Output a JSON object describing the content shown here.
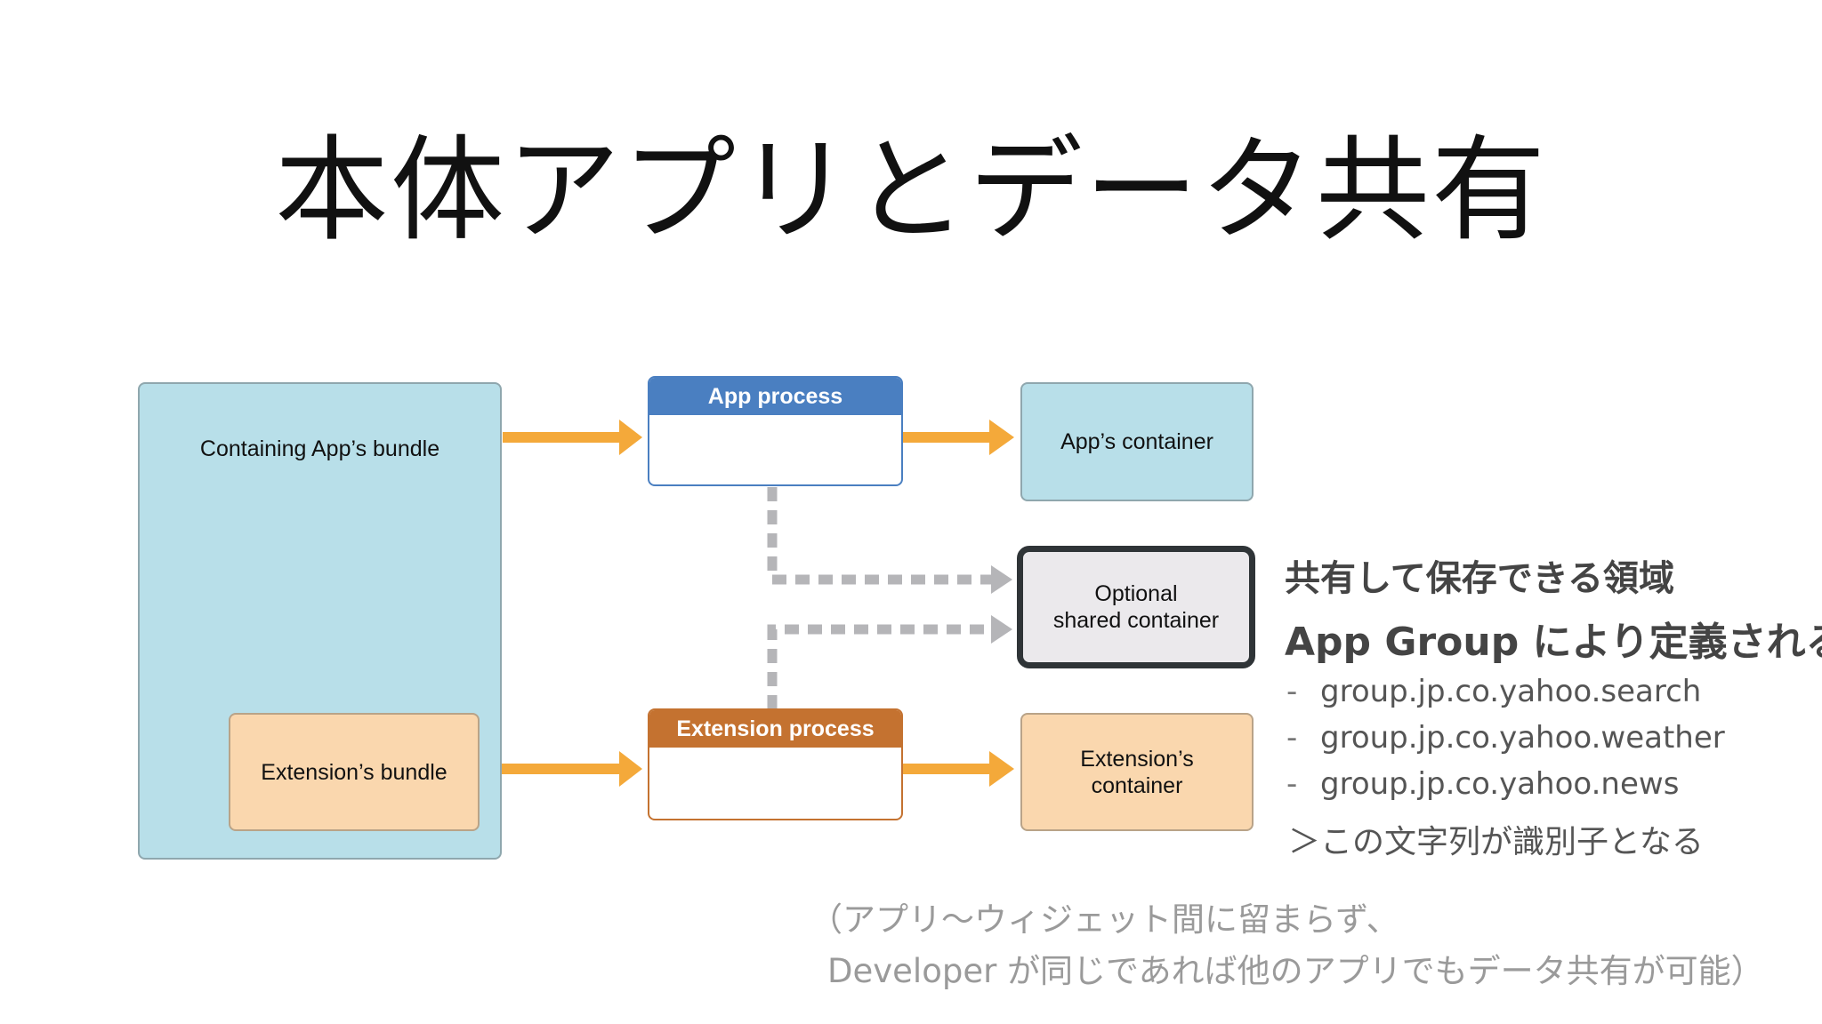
{
  "title": "本体アプリとデータ共有",
  "diagram": {
    "containing_bundle": "Containing App’s bundle",
    "extension_bundle": "Extension’s bundle",
    "app_process": "App process",
    "extension_process": "Extension process",
    "app_container": "App’s container",
    "extension_container_line1": "Extension’s",
    "extension_container_line2": "container",
    "shared_line1": "Optional",
    "shared_line2": "shared container"
  },
  "notes": {
    "line1": "共有して保存できる領域",
    "line2": "App Group により定義される",
    "groups": [
      "group.jp.co.yahoo.search",
      "group.jp.co.yahoo.weather",
      "group.jp.co.yahoo.news"
    ],
    "bullet": "-",
    "identifier_note": "＞この文字列が識別子となる"
  },
  "footnote": {
    "line1": "（アプリ〜ウィジェット間に留まらず、",
    "line2": "Developer が同じであれば他のアプリでもデータ共有が可能）"
  },
  "colors": {
    "arrow": "#f4a93a",
    "dashed": "#b5b5b8",
    "app_process_header": "#4a7fc1",
    "extension_process_header": "#c47230",
    "blue_box": "#b8dfe9",
    "peach_box": "#fad7ae"
  }
}
